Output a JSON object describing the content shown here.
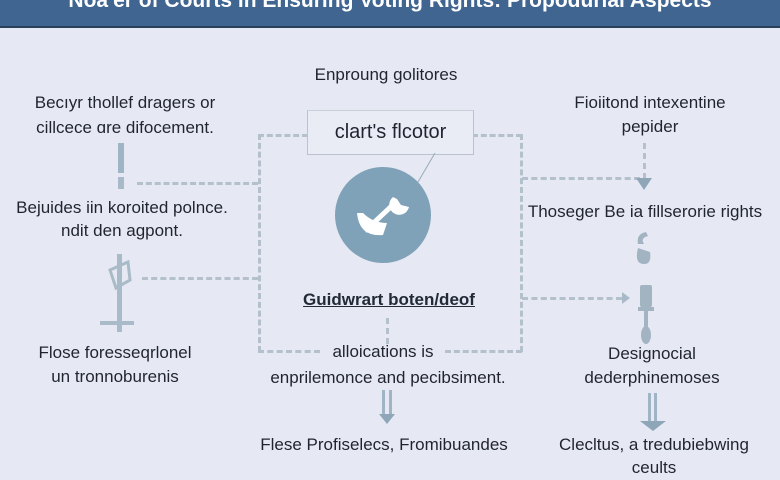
{
  "header": {
    "title": "Noa'er of Courts in Ensuring Voting Rights: Propodurial Aspects"
  },
  "left": {
    "item1": [
      "Becıyr thollef dragers or",
      "cillcece ɑre difocement."
    ],
    "item2": [
      "Bejuides iin koroited polnce.",
      "ndit den agpont."
    ],
    "item3": [
      "Flose foresseqrlonel",
      "un tronnoburenis"
    ]
  },
  "center": {
    "top_label": "Enproung golitores",
    "box_label": "clart's flcotor",
    "icon": "wrench-tools-icon",
    "bold_label": "Guidwrart boten/deof",
    "bottom_text": [
      "alloications is",
      "enprilemonce and pecibsiment."
    ],
    "final": "Flese Profiselecs, Fromibuandes"
  },
  "right": {
    "item1": [
      "Fioiitond intexentine",
      "pepider"
    ],
    "item2": "Thoseger Be ia fillserorie rights",
    "item3": [
      "Designocial",
      "dederphinemoses"
    ],
    "final": [
      "Clecltus, a tredubiebwing",
      "ceults"
    ]
  },
  "colors": {
    "header": "#3f6590",
    "accent": "#7fa2b8",
    "background": "#e6e9f3"
  }
}
